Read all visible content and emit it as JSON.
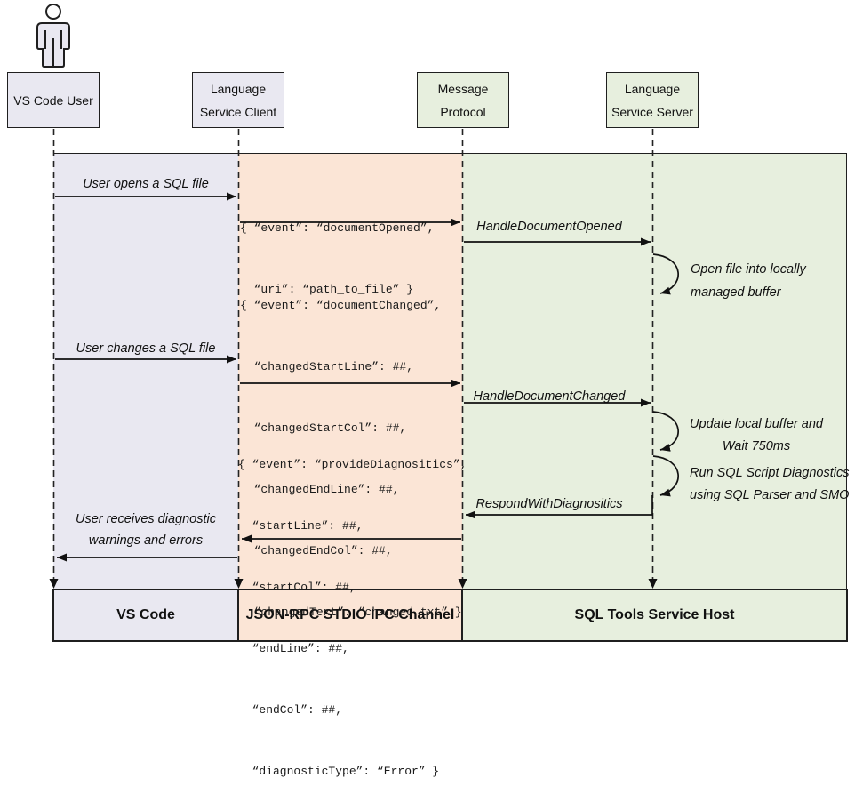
{
  "actors": {
    "user": {
      "line1": "VS Code User"
    },
    "client": {
      "line1": "Language",
      "line2": "Service Client"
    },
    "protocol": {
      "line1": "Message",
      "line2": "Protocol"
    },
    "server": {
      "line1": "Language",
      "line2": "Service Server"
    }
  },
  "lanes": {
    "vscode": {
      "label": "VS Code",
      "color": "#E9E8F1"
    },
    "ipc": {
      "label": "JSON-RPC STDIO IPC Channel",
      "color": "#FBE5D6"
    },
    "host": {
      "label": "SQL Tools Service Host",
      "color": "#E7EFDE"
    }
  },
  "messages": {
    "open_file": "User opens a SQL file",
    "change_file": "User changes a SQL file",
    "handle_opened": "HandleDocumentOpened",
    "handle_changed": "HandleDocumentChanged",
    "respond_with_diagnostics": "RespondWithDiagnositics",
    "receive_line1": "User receives diagnostic",
    "receive_line2": "warnings and errors"
  },
  "annotations": {
    "open_buffer": {
      "line1": "Open file into locally",
      "line2": "managed buffer"
    },
    "update_buffer": {
      "line1": "Update local buffer and",
      "line2": "Wait 750ms"
    },
    "run_diagnostics": {
      "line1": "Run SQL Script Diagnostics",
      "line2": "using SQL Parser and SMO"
    }
  },
  "payloads": {
    "document_opened": {
      "l1": "{ “event”: “documentOpened”,",
      "l2": "  “uri”: “path_to_file” }"
    },
    "document_changed": {
      "l1": "{ “event”: “documentChanged”,",
      "l2": "  “changedStartLine”: ##,",
      "l3": "  “changedStartCol”: ##,",
      "l4": "  “changedEndLine”: ##,",
      "l5": "  “changedEndCol”: ##,",
      "l6": "  “changedText”: “changed txt” }"
    },
    "provide_diagnostics": {
      "l1": "{ “event”: “provideDiagnositics”,",
      "l2": "  “startLine”: ##,",
      "l3": "  “startCol”: ##,",
      "l4": "  “endLine”: ##,",
      "l5": "  “endCol”: ##,",
      "l6": "  “diagnosticType”: “Error” }"
    }
  }
}
